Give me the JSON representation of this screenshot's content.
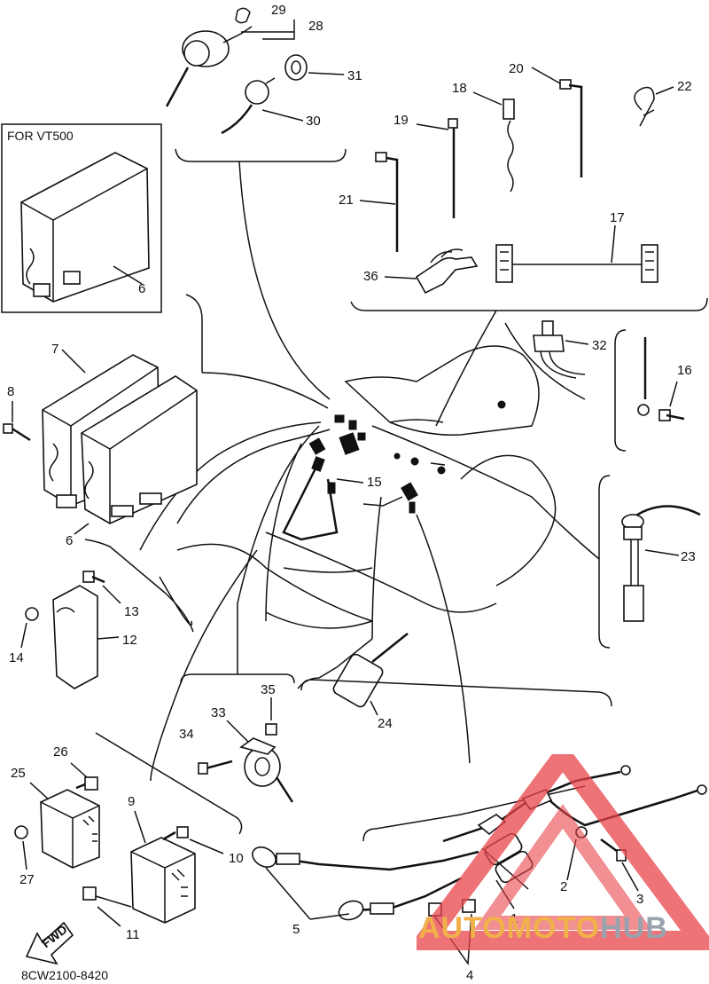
{
  "title_box": "FOR VT500",
  "drawing_code": "8CW2100-8420",
  "fwd_label": "FWD",
  "part_numbers": {
    "p1": "1",
    "p2": "2",
    "p3": "3",
    "p4": "4",
    "p5": "5",
    "p6a": "6",
    "p6b": "6",
    "p7": "7",
    "p8": "8",
    "p9": "9",
    "p10": "10",
    "p11": "11",
    "p12": "12",
    "p13": "13",
    "p14": "14",
    "p15": "15",
    "p16": "16",
    "p17": "17",
    "p18": "18",
    "p19": "19",
    "p20": "20",
    "p21": "21",
    "p22": "22",
    "p23": "23",
    "p24": "24",
    "p25": "25",
    "p26": "26",
    "p27": "27",
    "p28": "28",
    "p29": "29",
    "p30": "30",
    "p31": "31",
    "p32": "32",
    "p33": "33",
    "p34": "34",
    "p35": "35",
    "p36": "36"
  },
  "watermark": {
    "part1": "AUTO",
    "part2": "MOTO",
    "part3": "HUB",
    "color_main": "#e8444a",
    "color_accent": "#f0b04a"
  }
}
